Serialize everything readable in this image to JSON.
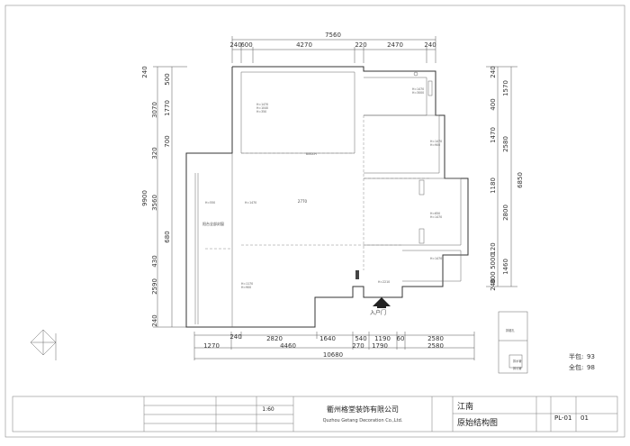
{
  "top_dims": {
    "overall": "7560",
    "segments": [
      "240",
      "600",
      "4270",
      "220",
      "2470",
      "240"
    ]
  },
  "bottom_dims": {
    "row1": [
      "240",
      "2820",
      "1640",
      "540",
      "1190",
      "60",
      "2580"
    ],
    "row2": [
      "1270",
      "4460",
      "270",
      "1790",
      "2580"
    ],
    "overall": "10680"
  },
  "left_dims": {
    "segments": [
      "240",
      "500",
      "1770",
      "3070",
      "700",
      "320",
      "3560",
      "680",
      "430",
      "2590",
      "240"
    ],
    "overall": "9900"
  },
  "right_dims": {
    "segments": [
      "240",
      "1570",
      "400",
      "1470",
      "2580",
      "1180",
      "2800",
      "120",
      "1460",
      "800",
      "5000",
      "240"
    ],
    "overall": "6850"
  },
  "room_labels": {
    "main_width": "2770",
    "side_window": "阳台全部封窗",
    "entrance": "入户门"
  },
  "annotations": [
    {
      "id": "a1",
      "text": "H=1470"
    },
    {
      "id": "a2",
      "text": "H=3000"
    },
    {
      "id": "a3",
      "text": "H=1470"
    },
    {
      "id": "a4",
      "text": "H=1040"
    },
    {
      "id": "a5",
      "text": "H=350"
    },
    {
      "id": "a6",
      "text": "H=1470"
    },
    {
      "id": "a7",
      "text": "H=900"
    },
    {
      "id": "a8",
      "text": "800X-H"
    },
    {
      "id": "a9",
      "text": "H=550"
    },
    {
      "id": "a10",
      "text": "H=1470"
    },
    {
      "id": "a11",
      "text": "H=650"
    },
    {
      "id": "a12",
      "text": "H=1470"
    },
    {
      "id": "a13",
      "text": "H=1470"
    },
    {
      "id": "a14",
      "text": "H=1170"
    },
    {
      "id": "a15",
      "text": "H=900"
    },
    {
      "id": "a16",
      "text": "H=2210"
    }
  ],
  "inset_labels": [
    "排烟孔",
    "排水管",
    "排污管"
  ],
  "stats": {
    "half_pack_label": "半包:",
    "half_pack_value": "93",
    "full_pack_label": "全包:",
    "full_pack_value": "98"
  },
  "title_block": {
    "company_cn": "衢州格堂装饰有限公司",
    "company_en": "Quzhou Getang Decoration Co.,Ltd.",
    "scale": "1:60",
    "project": "江南",
    "drawing_name": "原始结构图",
    "drawing_no": "PL-01",
    "page_no": "01"
  }
}
